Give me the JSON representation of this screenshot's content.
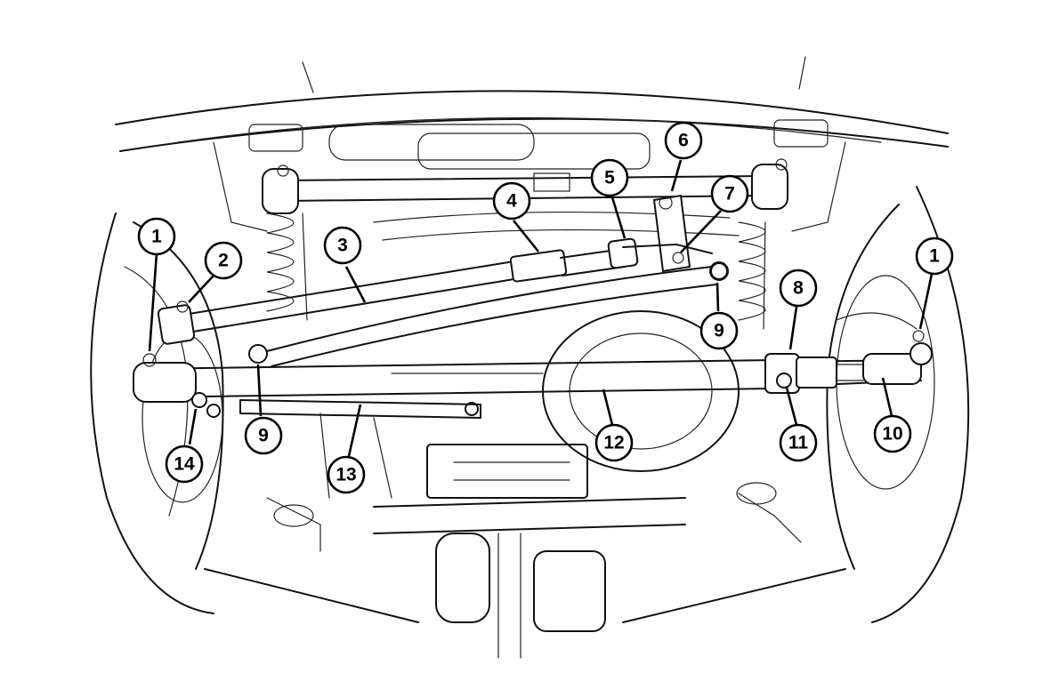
{
  "callouts": [
    {
      "id": "c1a",
      "label": "1"
    },
    {
      "id": "c2",
      "label": "2"
    },
    {
      "id": "c3",
      "label": "3"
    },
    {
      "id": "c4",
      "label": "4"
    },
    {
      "id": "c5",
      "label": "5"
    },
    {
      "id": "c6",
      "label": "6"
    },
    {
      "id": "c7",
      "label": "7"
    },
    {
      "id": "c1b",
      "label": "1"
    },
    {
      "id": "c8",
      "label": "8"
    },
    {
      "id": "c9a",
      "label": "9"
    },
    {
      "id": "c10",
      "label": "10"
    },
    {
      "id": "c11",
      "label": "11"
    },
    {
      "id": "c12",
      "label": "12"
    },
    {
      "id": "c9b",
      "label": "9"
    },
    {
      "id": "c13",
      "label": "13"
    },
    {
      "id": "c14",
      "label": "14"
    }
  ],
  "colors": {
    "line": "#111111",
    "background": "#ffffff"
  }
}
